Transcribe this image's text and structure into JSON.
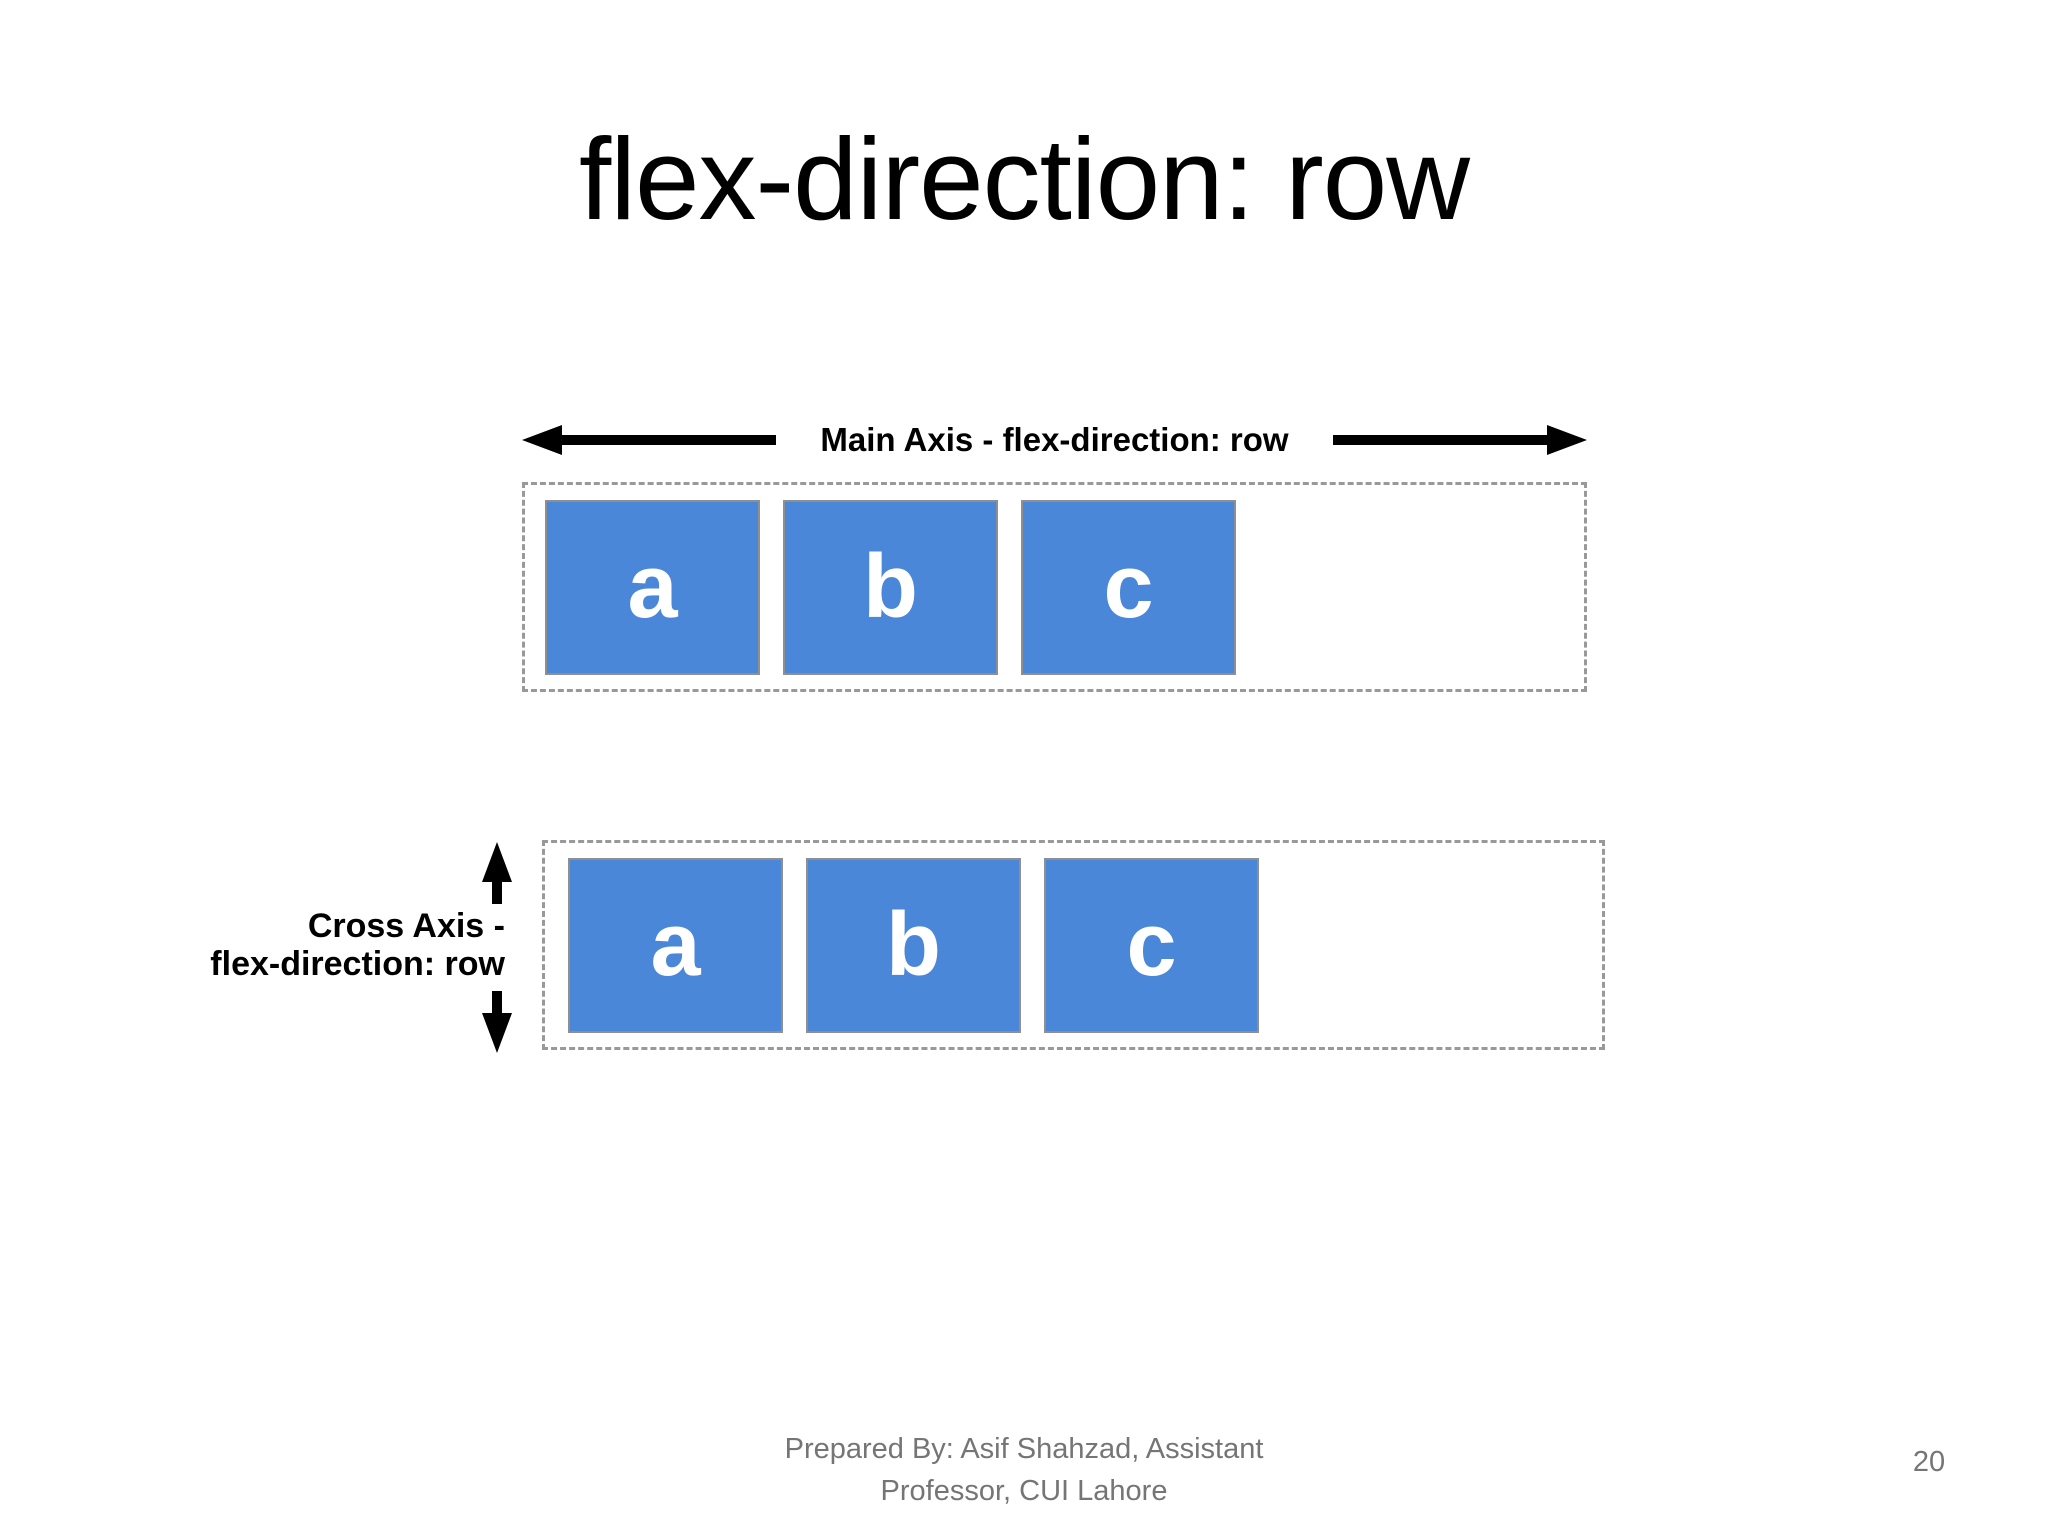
{
  "slide": {
    "title": "flex-direction: row",
    "page_number": "20",
    "footer": {
      "line1": "Prepared By: Asif Shahzad, Assistant",
      "line2": "Professor, CUI Lahore"
    }
  },
  "main_axis_diagram": {
    "label": "Main Axis - flex-direction: row",
    "items": [
      "a",
      "b",
      "c"
    ],
    "icons": [
      "arrow-left",
      "arrow-right"
    ]
  },
  "cross_axis_diagram": {
    "label_line1": "Cross Axis -",
    "label_line2": "flex-direction: row",
    "items": [
      "a",
      "b",
      "c"
    ],
    "icons": [
      "arrow-up",
      "arrow-down"
    ]
  },
  "colors": {
    "item_fill": "#4a87d8",
    "item_border": "#8f8f8f",
    "container_border": "#999999",
    "label_color": "#000000",
    "footer_color": "#757575"
  }
}
